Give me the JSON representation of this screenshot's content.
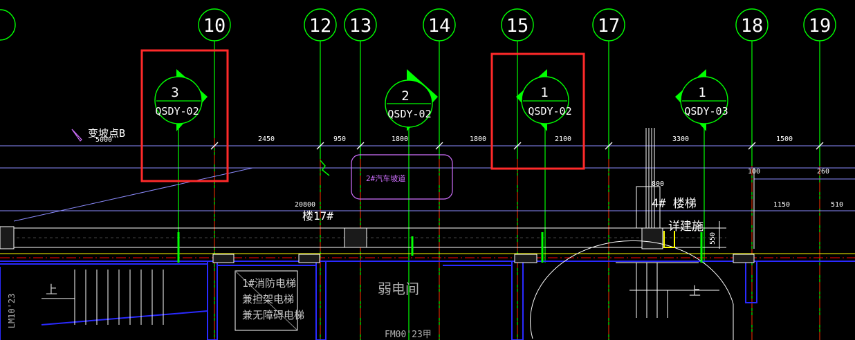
{
  "grid_axes": [
    "10",
    "12",
    "13",
    "14",
    "15",
    "17",
    "18",
    "19"
  ],
  "section_marks": [
    {
      "number": "3",
      "sheet": "QSDY-02",
      "direction": "right"
    },
    {
      "number": "2",
      "sheet": "QSDY-02",
      "direction": "right"
    },
    {
      "number": "1",
      "sheet": "QSDY-02",
      "direction": "left"
    },
    {
      "number": "1",
      "sheet": "QSDY-03",
      "direction": "left"
    }
  ],
  "dimensions_top": [
    "5000",
    "2450",
    "950",
    "1800",
    "1800",
    "2100",
    "3300",
    "1500"
  ],
  "dimensions_right": [
    "100",
    "260",
    "1150",
    "510"
  ],
  "dimensions_other": {
    "stair_width": "800",
    "door_height": "550",
    "span": "20800"
  },
  "labels": {
    "change_point": "变坡点B",
    "ramp": "2#汽车坡道",
    "building": "楼17#",
    "stair": "4# 楼梯",
    "see_arch": "详建施",
    "weak_room": "弱电间",
    "elevator": [
      "1#消防电梯",
      "兼担架电梯",
      "兼无障碍电梯"
    ],
    "door_left": "LM10'23",
    "door_bottom": "FM00'23甲",
    "up_left": "上",
    "up_right": "上"
  },
  "colors": {
    "background": "#000000",
    "axis": "#00ff00",
    "wall": "#0000ff",
    "center_line": "#ff0000",
    "highlight": "#ff2a2a",
    "dimension": "#9c9cff",
    "text": "#ffffff"
  }
}
